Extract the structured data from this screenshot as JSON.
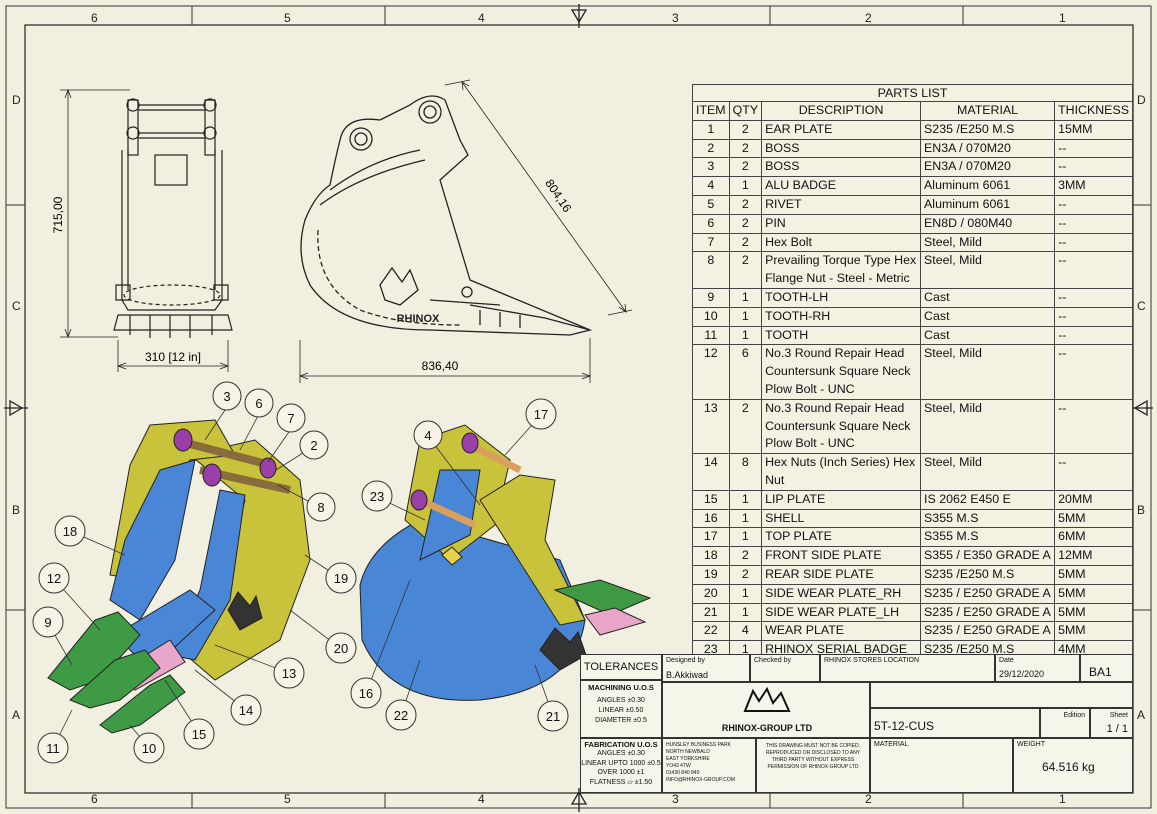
{
  "border": {
    "columns": [
      "6",
      "5",
      "4",
      "3",
      "2",
      "1"
    ],
    "rows": [
      "D",
      "C",
      "B",
      "A"
    ]
  },
  "dimensions": {
    "height": "715,00",
    "width": "310 [12 in]",
    "length": "836,40",
    "diagonal": "804,16"
  },
  "balloons": [
    "3",
    "6",
    "7",
    "2",
    "8",
    "18",
    "19",
    "12",
    "9",
    "20",
    "13",
    "14",
    "15",
    "11",
    "10",
    "4",
    "17",
    "23",
    "16",
    "22",
    "21"
  ],
  "parts_list": {
    "title": "PARTS LIST",
    "headers": [
      "ITEM",
      "QTY",
      "DESCRIPTION",
      "MATERIAL",
      "THICKNESS"
    ],
    "rows": [
      [
        "1",
        "2",
        "EAR PLATE",
        "S235 /E250 M.S",
        "15MM"
      ],
      [
        "2",
        "2",
        "BOSS",
        "EN3A / 070M20",
        "--"
      ],
      [
        "3",
        "2",
        "BOSS",
        "EN3A / 070M20",
        "--"
      ],
      [
        "4",
        "1",
        "ALU BADGE",
        "Aluminum 6061",
        "3MM"
      ],
      [
        "5",
        "2",
        "RIVET",
        "Aluminum 6061",
        "--"
      ],
      [
        "6",
        "2",
        "PIN",
        "EN8D / 080M40",
        "--"
      ],
      [
        "7",
        "2",
        "Hex Bolt",
        "Steel, Mild",
        "--"
      ],
      [
        "8",
        "2",
        "Prevailing Torque Type Hex Flange Nut - Steel - Metric",
        "Steel, Mild",
        "--"
      ],
      [
        "9",
        "1",
        "TOOTH-LH",
        "Cast",
        "--"
      ],
      [
        "10",
        "1",
        "TOOTH-RH",
        "Cast",
        "--"
      ],
      [
        "11",
        "1",
        "TOOTH",
        "Cast",
        "--"
      ],
      [
        "12",
        "6",
        "No.3 Round Repair Head Countersunk Square Neck Plow Bolt - UNC",
        "Steel, Mild",
        "--"
      ],
      [
        "13",
        "2",
        "No.3 Round Repair Head Countersunk Square Neck Plow Bolt - UNC",
        "Steel, Mild",
        "--"
      ],
      [
        "14",
        "8",
        "Hex Nuts (Inch Series) Hex Nut",
        "Steel, Mild",
        "--"
      ],
      [
        "15",
        "1",
        "LIP PLATE",
        "IS 2062 E450 E",
        "20MM"
      ],
      [
        "16",
        "1",
        "SHELL",
        "S355 M.S",
        "5MM"
      ],
      [
        "17",
        "1",
        "TOP PLATE",
        "S355 M.S",
        "6MM"
      ],
      [
        "18",
        "2",
        "FRONT SIDE PLATE",
        "S355 / E350 GRADE A",
        "12MM"
      ],
      [
        "19",
        "2",
        "REAR SIDE PLATE",
        "S235 /E250 M.S",
        "5MM"
      ],
      [
        "20",
        "1",
        "SIDE WEAR PLATE_RH",
        "S235 / E250 GRADE A",
        "5MM"
      ],
      [
        "21",
        "1",
        "SIDE WEAR PLATE_LH",
        "S235 / E250 GRADE A",
        "5MM"
      ],
      [
        "22",
        "4",
        "WEAR PLATE",
        "S235 / E250 GRADE A",
        "5MM"
      ],
      [
        "23",
        "1",
        "RHINOX SERIAL BADGE",
        "S235 /E250 M.S",
        "4MM"
      ]
    ]
  },
  "title_block": {
    "tolerances": "TOLERANCES",
    "machining_title": "MACHINING U.O.S",
    "machining_lines": [
      "ANGLES ±0.30",
      "LINEAR ±0.50",
      "DIAMETER ±0.5"
    ],
    "fabrication_title": "FABRICATION U.O.S",
    "fabrication_lines": [
      "ANGLES ±0.30",
      "LINEAR UPTO 1000 ±0.5",
      "OVER 1000 ±1",
      "FLATNESS ⏥ ±1.50"
    ],
    "designed_by_label": "Designed by",
    "designed_by": "B.Akkiwad",
    "checked_by_label": "Checked by",
    "location": "RHINOX STORES LOCATION",
    "date_label": "Date",
    "date": "29/12/2020",
    "revision": "BA1",
    "company": "RHINOX-GROUP LTD",
    "part_number": "5T-12-CUS",
    "edition_label": "Edition",
    "sheet_label": "Sheet",
    "sheet": "1 / 1",
    "address_lines": [
      "HUNSLEY BUSINESS PARK",
      "NORTH NEWBALD",
      "EAST YORKSHIRE",
      "YO43 4TW",
      "01430 840 840",
      "INFO@RHINOX-GROUP.COM"
    ],
    "notice_lines": [
      "THIS DRAWING MUST NOT BE COPIED,",
      "REPRODUCED OR DISCLOSED TO ANY",
      "THIRD PARTY WITHOUT EXPRESS",
      "PERMISSION OF RHINOX-GROUP LTD"
    ],
    "material_label": "MATERIAL",
    "weight_label": "WEIGHT",
    "weight": "64.516 kg"
  },
  "colors": {
    "ear_plate": "#c8c33a",
    "shell": "#4a86d6",
    "tooth": "#3f9a45",
    "boss": "#9a3fa8",
    "pin": "#d8a05c",
    "lip": "#e8a6c8",
    "paper": "#f1efdf"
  }
}
